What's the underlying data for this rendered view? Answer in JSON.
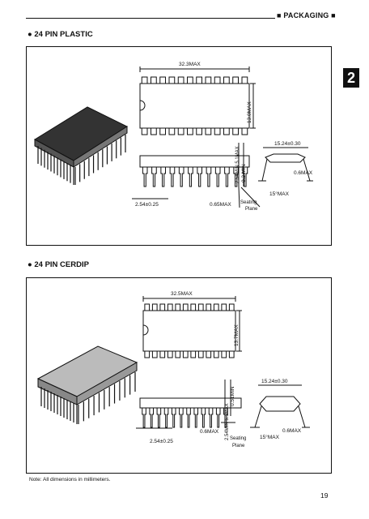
{
  "header": {
    "title": "■ PACKAGING ■"
  },
  "section_tab": "2",
  "sections": [
    {
      "title": "● 24 PIN PLASTIC",
      "dims": {
        "length": "32.3MAX",
        "width": "13.0MAX",
        "min_standoff": "0.3 MIN",
        "height": "2.54MIN 5.1MAX",
        "row_spacing": "15.24±0.30",
        "lead_thickness": "0.6MAX",
        "lead_angle": "15°MAX",
        "pitch": "2.54±0.25",
        "lead_width": "0.65MAX",
        "seating_plane": [
          "Seating",
          "Plane"
        ]
      }
    },
    {
      "title": "● 24 PIN CERDIP",
      "dims": {
        "length": "32.5MAX",
        "width": "13.7MAX",
        "min_standoff": "0.51MIN",
        "height": "2.54MIN 5.1MAX",
        "row_spacing": "15.24±0.30",
        "lead_thickness": "0.6MAX",
        "lead_angle": "15°MAX",
        "pitch": "2.54±0.25",
        "lead_width": "0.6MAX",
        "seating_plane": [
          "Seating",
          "Plane"
        ]
      }
    }
  ],
  "note": "Note:  All dimensions in millimeters.",
  "page_number": "19"
}
